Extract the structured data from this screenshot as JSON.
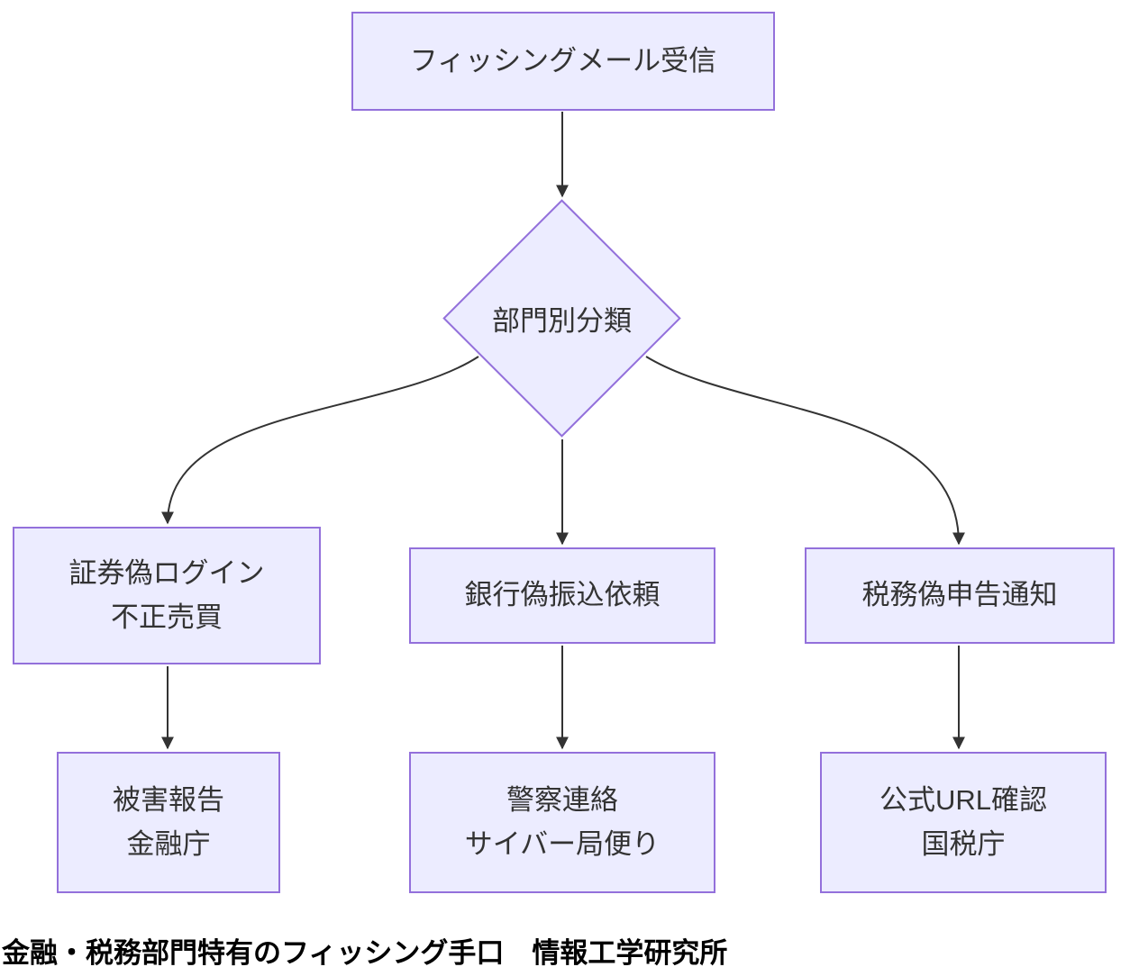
{
  "diagram": {
    "caption": "金融・税務部門特有のフィッシング手口　情報工学研究所",
    "colors": {
      "node_fill": "#ECECFF",
      "node_border": "#9370DB",
      "edge_line": "#333333",
      "node_text": "#333333",
      "caption_text": "#000000",
      "background": "#FFFFFF"
    },
    "nodes": {
      "start": {
        "shape": "rectangle",
        "lines": [
          "フィッシングメール受信"
        ]
      },
      "decision": {
        "shape": "diamond",
        "lines": [
          "部門別分類"
        ]
      },
      "securities": {
        "shape": "rectangle",
        "lines": [
          "証券偽ログイン",
          "不正売買"
        ]
      },
      "bank": {
        "shape": "rectangle",
        "lines": [
          "銀行偽振込依頼"
        ]
      },
      "tax": {
        "shape": "rectangle",
        "lines": [
          "税務偽申告通知"
        ]
      },
      "report": {
        "shape": "rectangle",
        "lines": [
          "被害報告",
          "金融庁"
        ]
      },
      "police": {
        "shape": "rectangle",
        "lines": [
          "警察連絡",
          "サイバー局便り"
        ]
      },
      "official": {
        "shape": "rectangle",
        "lines": [
          "公式URL確認",
          "国税庁"
        ]
      }
    },
    "edges": [
      {
        "from": "start",
        "to": "decision"
      },
      {
        "from": "decision",
        "to": "securities"
      },
      {
        "from": "decision",
        "to": "bank"
      },
      {
        "from": "decision",
        "to": "tax"
      },
      {
        "from": "securities",
        "to": "report"
      },
      {
        "from": "bank",
        "to": "police"
      },
      {
        "from": "tax",
        "to": "official"
      }
    ]
  }
}
